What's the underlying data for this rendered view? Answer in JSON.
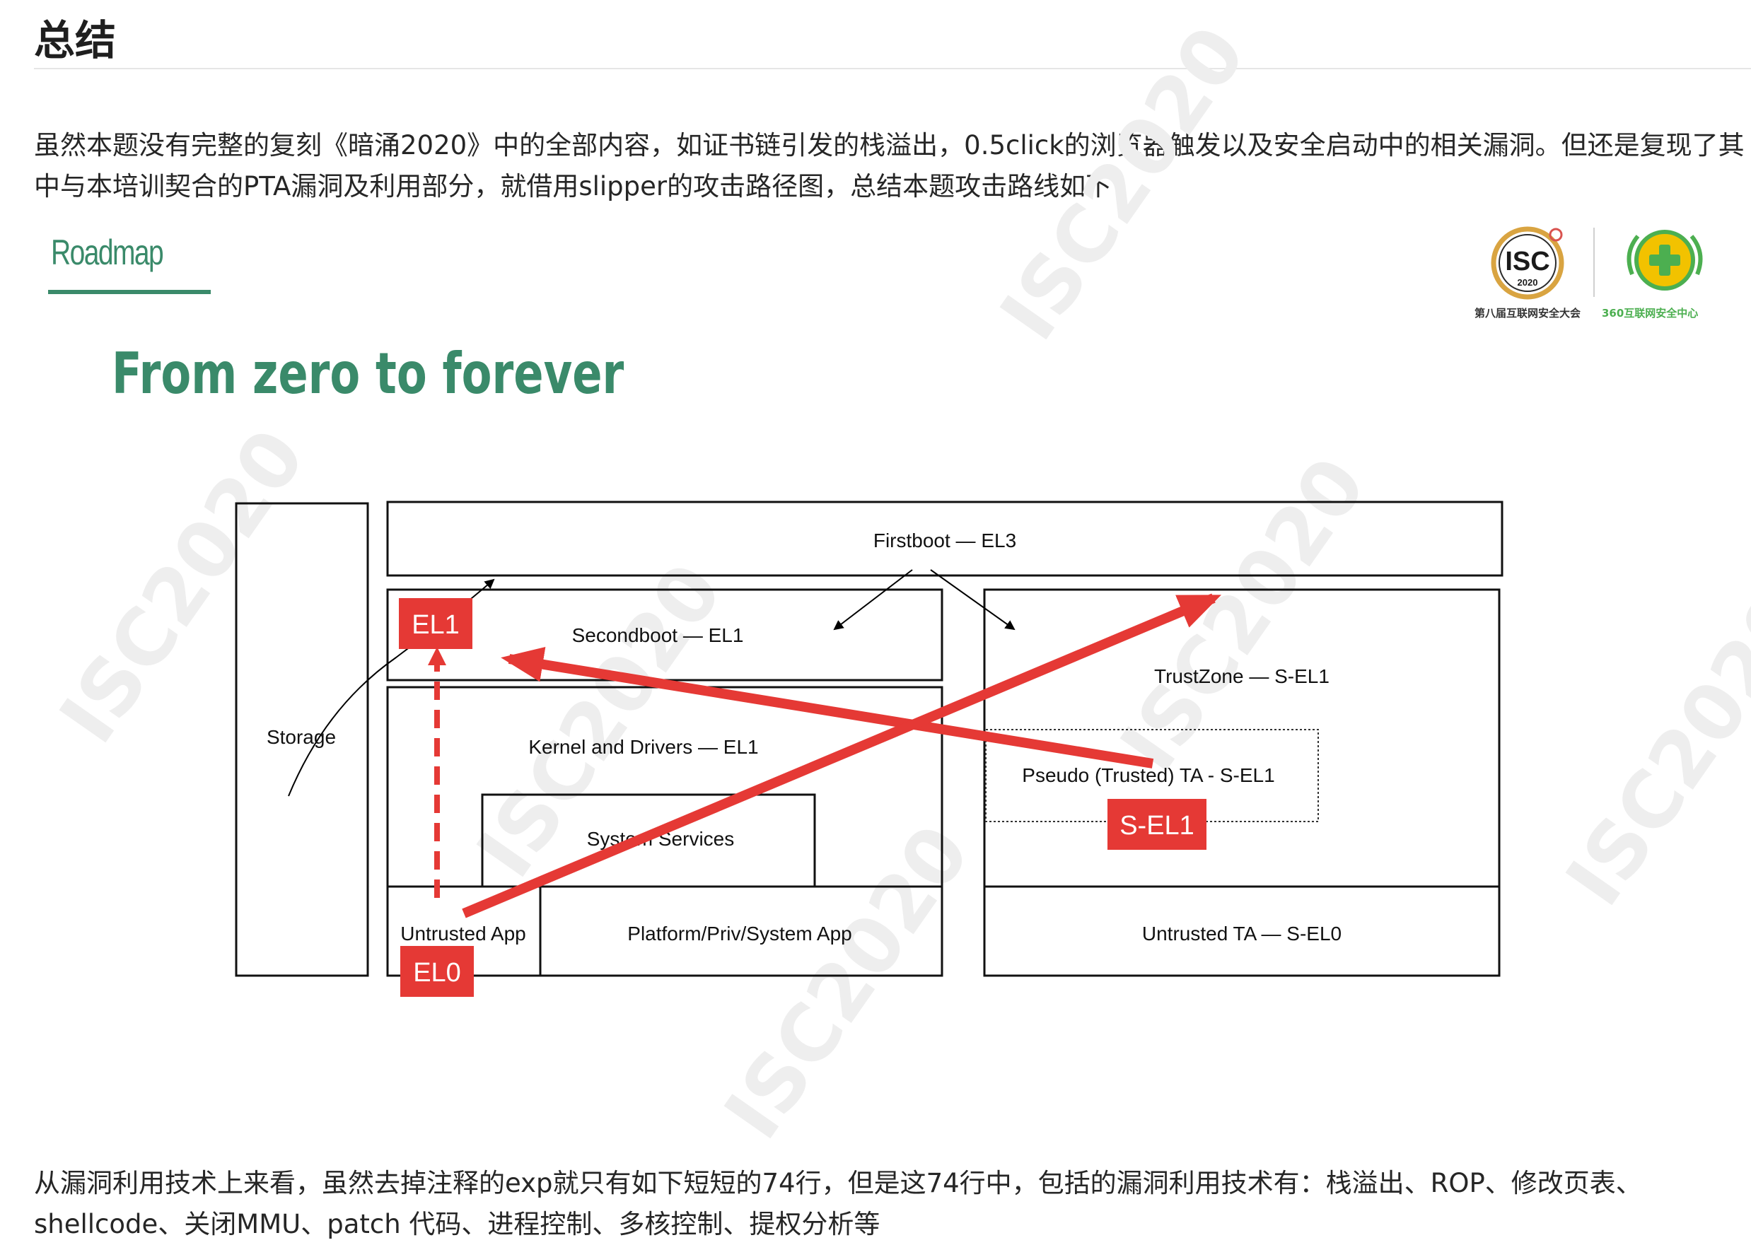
{
  "heading": "总结",
  "paragraph_intro": "虽然本题没有完整的复刻《暗涌2020》中的全部内容，如证书链引发的栈溢出，0.5click的浏览器触发以及安全启动中的相关漏洞。但还是复现了其中与本培训契合的PTA漏洞及利用部分，就借用slipper的攻击路径图，总结本题攻击路线如下：",
  "slide": {
    "roadmap_label": "Roadmap",
    "title": "From zero to forever",
    "logo_isc_text": "ISC",
    "logo_isc_year": "2020",
    "logo_isc_caption": "第八届互联网安全大会",
    "logo_360_caption": "360互联网安全中心",
    "watermark": "ISC2020",
    "boxes": {
      "storage": "Storage",
      "firstboot": "Firstboot — EL3",
      "secondboot": "Secondboot — EL1",
      "kernel": "Kernel and Drivers — EL1",
      "system_services": "System Services",
      "untrusted_app": "Untrusted App",
      "platform_app": "Platform/Priv/System App",
      "trustzone": "TrustZone — S-EL1",
      "pseudo_ta": "Pseudo (Trusted) TA - S-EL1",
      "untrusted_ta": "Untrusted TA — S-EL0"
    },
    "badges": {
      "el1": "EL1",
      "el0": "EL0",
      "sel1": "S-EL1"
    },
    "colors": {
      "accent_green": "#3a8a6a",
      "arrow_red": "#e53935",
      "isc_gold": "#d9a441",
      "logo_360_green": "#4caf50"
    }
  },
  "paragraph_outro": "从漏洞利用技术上来看，虽然去掉注释的exp就只有如下短短的74行，但是这74行中，包括的漏洞利用技术有：栈溢出、ROP、修改页表、shellcode、关闭MMU、patch 代码、进程控制、多核控制、提权分析等"
}
